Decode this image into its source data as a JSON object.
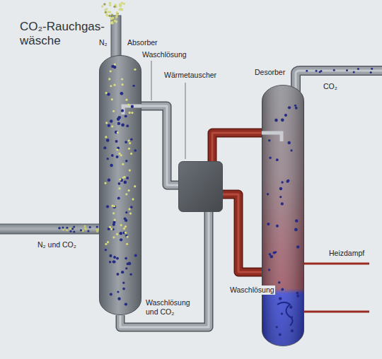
{
  "diagram": {
    "title": "CO₂-Rauchgas- wäsche",
    "nodes": [
      {
        "text": [
          "Absorber"
        ]
      },
      {
        "text": [
          "Wärmetauscher"
        ]
      },
      {
        "text": [
          "Desorber"
        ]
      }
    ],
    "edges": [
      {
        "from": 1,
        "to": 0,
        "arrow": "none",
        "label": "Waschlösung"
      },
      {
        "from": 0,
        "to": 1,
        "arrow": "none",
        "label": "Waschlösung und CO₂"
      },
      {
        "from": 1,
        "to": 2,
        "arrow": "none"
      },
      {
        "from": 2,
        "to": 1,
        "arrow": "none"
      }
    ],
    "labels": [
      "N₂",
      "CO₂",
      "Heizdampf",
      "Waschlösung",
      "N₂ und CO₂"
    ]
  }
}
